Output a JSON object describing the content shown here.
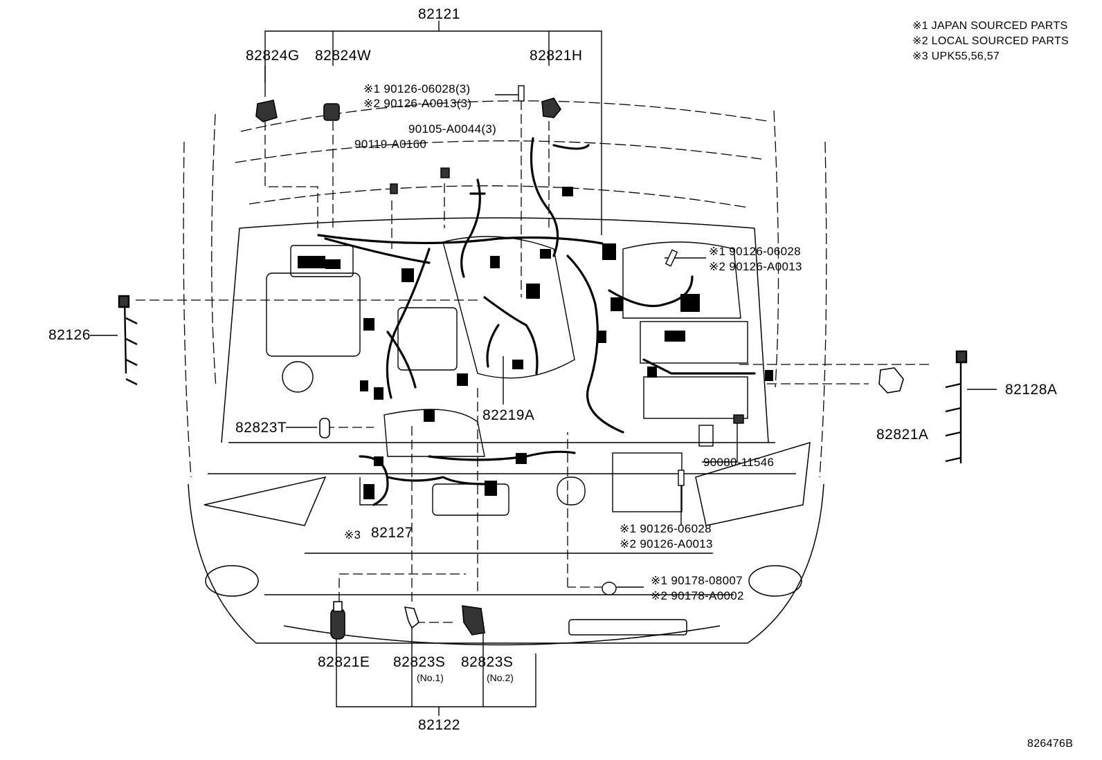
{
  "legend": [
    "※1 JAPAN SOURCED PARTS",
    "※2 LOCAL SOURCED PARTS",
    "※3 UPK55,56,57"
  ],
  "parts": {
    "p82121": "82121",
    "p82122": "82122",
    "p82824G": "82824G",
    "p82824W": "82824W",
    "p82821H": "82821H",
    "p82126": "82126",
    "p82128A": "82128A",
    "p82821A": "82821A",
    "p82823T": "82823T",
    "p82219A": "82219A",
    "p82127": "82127",
    "p82127_mark": "※3",
    "p82821E": "82821E",
    "p82823S_1": "82823S",
    "p82823S_1_sub": "(No.1)",
    "p82823S_2": "82823S",
    "p82823S_2_sub": "(No.2)",
    "p90119": "90119-A0160",
    "p90105": "90105-A0044(3)",
    "p90080": "90080-11546",
    "bolt_top_1": "※1 90126-06028(3)",
    "bolt_top_2": "※2 90126-A0013(3)",
    "bolt_right_1": "※1 90126-06028",
    "bolt_right_2": "※2 90126-A0013",
    "bolt_low_1": "※1 90126-06028",
    "bolt_low_2": "※2 90126-A0013",
    "clip_1": "※1 90178-08007",
    "clip_2": "※2 90178-A0002"
  },
  "illustration_code": "826476B"
}
